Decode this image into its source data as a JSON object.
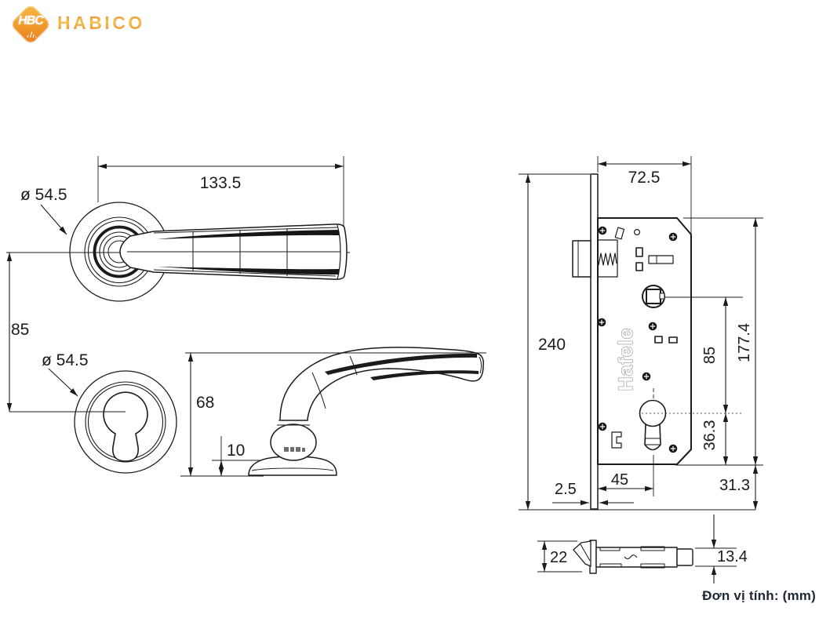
{
  "header": {
    "logo_monogram": "HBC",
    "brand": "HABICO"
  },
  "unit_note": "Đơn vị tính: (mm)",
  "colors": {
    "accent_orange": "#EB9A33",
    "line": "#1B1B1B",
    "note_text": "#1C2733"
  },
  "views": {
    "handle_top": {
      "dim_length": "133.5",
      "dim_rose_diameter": "ø 54.5"
    },
    "escutcheon": {
      "dim_diameter": "ø 54.5",
      "dim_center_distance": "85"
    },
    "handle_side": {
      "dim_height": "68",
      "dim_base_height": "10"
    },
    "lock": {
      "brand_mark": "Hafele",
      "dim_case_width": "72.5",
      "dim_faceplate_height": "240",
      "dim_case_height": "177.4",
      "dim_spindle_to_cylinder": "85",
      "dim_cylinder_to_bottom": "36.3",
      "dim_backset": "45",
      "dim_faceplate_thickness": "2.5",
      "dim_bottom_offset": "31.3"
    },
    "latch": {
      "dim_height": "22",
      "dim_bolt_height": "13.4"
    }
  }
}
